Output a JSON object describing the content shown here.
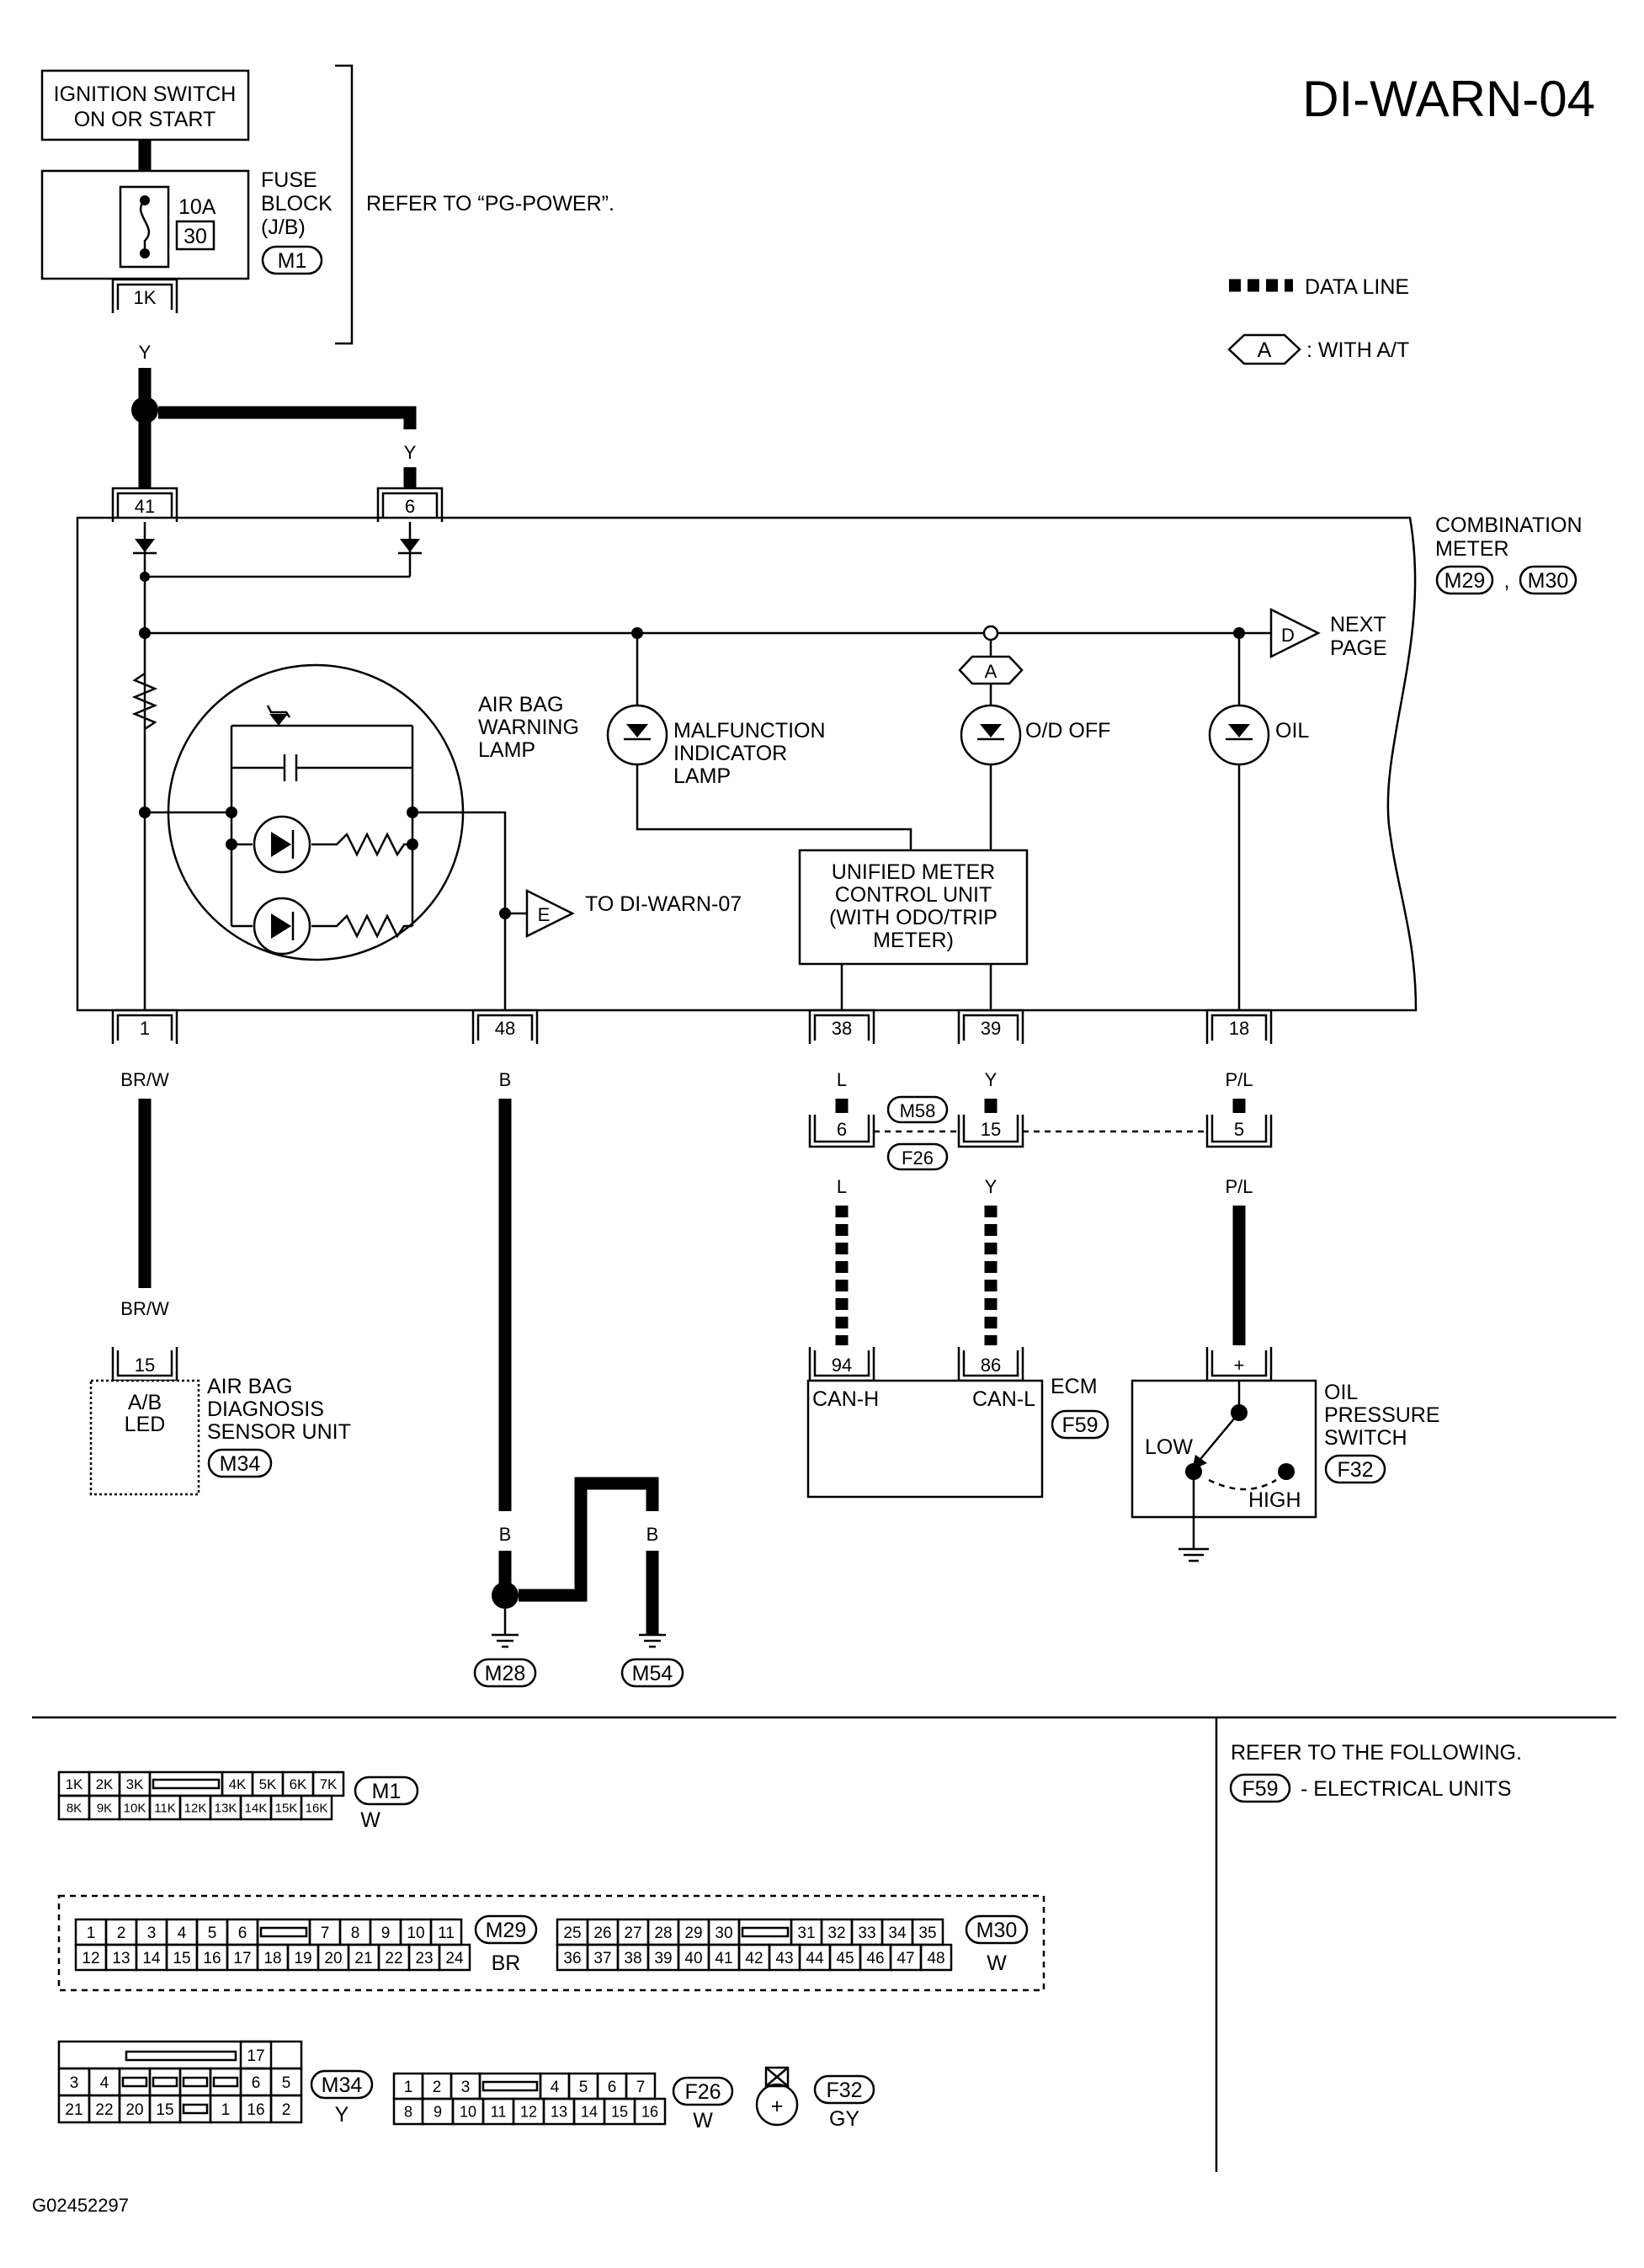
{
  "page": {
    "code": "DI-WARN-04",
    "figure_id": "G02452297"
  },
  "legend": {
    "data_line": "DATA LINE",
    "a_marker": "A",
    "a_text": ": WITH A/T"
  },
  "power": {
    "ignition_line1": "IGNITION SWITCH",
    "ignition_line2": "ON OR START",
    "fuse_rating": "10A",
    "fuse_number": "30",
    "fuse_pin": "1K",
    "fuse_label_1": "FUSE",
    "fuse_label_2": "BLOCK",
    "fuse_label_3": "(J/B)",
    "fuse_connector": "M1",
    "refer": "REFER TO “PG-POWER”."
  },
  "wire_colors": {
    "y": "Y",
    "brw": "BR/W",
    "b": "B",
    "l": "L",
    "pl": "P/L"
  },
  "meter": {
    "label_1": "COMBINATION",
    "label_2": "METER",
    "conn_1": "M29",
    "conn_sep": ",",
    "conn_2": "M30",
    "pins": {
      "p41": "41",
      "p6": "6",
      "p1": "1",
      "p48": "48",
      "p38": "38",
      "p39": "39",
      "p18": "18"
    },
    "next_marker": "D",
    "next_1": "NEXT",
    "next_2": "PAGE",
    "to_marker": "E",
    "to_text": "TO DI-WARN-07",
    "airbag_1": "AIR BAG",
    "airbag_2": "WARNING",
    "airbag_3": "LAMP",
    "mil_1": "MALFUNCTION",
    "mil_2": "INDICATOR",
    "mil_3": "LAMP",
    "od_marker": "A",
    "od_label": "O/D OFF",
    "oil_label": "OIL",
    "umcu_1": "UNIFIED METER",
    "umcu_2": "CONTROL UNIT",
    "umcu_3": "(WITH ODO/TRIP",
    "umcu_4": "METER)"
  },
  "joint": {
    "pin_6": "6",
    "pin_15": "15",
    "pin_5": "5",
    "conn_top": "M58",
    "conn_bottom": "F26"
  },
  "airbag_unit": {
    "pin": "15",
    "led_1": "A/B",
    "led_2": "LED",
    "label_1": "AIR BAG",
    "label_2": "DIAGNOSIS",
    "label_3": "SENSOR UNIT",
    "connector": "M34"
  },
  "ecm": {
    "pin_94": "94",
    "pin_86": "86",
    "can_h": "CAN-H",
    "can_l": "CAN-L",
    "label": "ECM",
    "connector": "F59"
  },
  "oil_switch": {
    "pin": "+",
    "low": "LOW",
    "high": "HIGH",
    "label_1": "OIL",
    "label_2": "PRESSURE",
    "label_3": "SWITCH",
    "connector": "F32"
  },
  "grounds": {
    "g1": "M28",
    "g2": "M54"
  },
  "refer_box": {
    "line_1": "REFER TO THE FOLLOWING.",
    "connector": "F59",
    "text": "- ELECTRICAL UNITS"
  },
  "connectors": {
    "m1": {
      "name": "M1",
      "color": "W",
      "top": [
        "1K",
        "2K",
        "3K",
        "",
        "4K",
        "5K",
        "6K",
        "7K"
      ],
      "bottom": [
        "8K",
        "9K",
        "10K",
        "11K",
        "12K",
        "13K",
        "14K",
        "15K",
        "16K"
      ]
    },
    "m29": {
      "name": "M29",
      "color": "BR",
      "top": [
        "1",
        "2",
        "3",
        "4",
        "5",
        "6",
        "",
        "7",
        "8",
        "9",
        "10",
        "11"
      ],
      "bottom": [
        "12",
        "13",
        "14",
        "15",
        "16",
        "17",
        "18",
        "19",
        "20",
        "21",
        "22",
        "23",
        "24"
      ]
    },
    "m30": {
      "name": "M30",
      "color": "W",
      "top": [
        "25",
        "26",
        "27",
        "28",
        "29",
        "30",
        "",
        "31",
        "32",
        "33",
        "34",
        "35"
      ],
      "bottom": [
        "36",
        "37",
        "38",
        "39",
        "40",
        "41",
        "42",
        "43",
        "44",
        "45",
        "46",
        "47",
        "48"
      ]
    },
    "m34": {
      "name": "M34",
      "color": "Y",
      "r1": "17",
      "r2": [
        "3",
        "4",
        "",
        "",
        "",
        "",
        "6",
        "5"
      ],
      "r3": [
        "21",
        "22",
        "20",
        "15",
        "",
        "1",
        "16",
        "2"
      ]
    },
    "f26": {
      "name": "F26",
      "color": "W",
      "top": [
        "1",
        "2",
        "3",
        "",
        "4",
        "5",
        "6",
        "7"
      ],
      "bottom": [
        "8",
        "9",
        "10",
        "11",
        "12",
        "13",
        "14",
        "15",
        "16"
      ]
    },
    "f32": {
      "name": "F32",
      "color": "GY",
      "symbol": "+"
    }
  }
}
